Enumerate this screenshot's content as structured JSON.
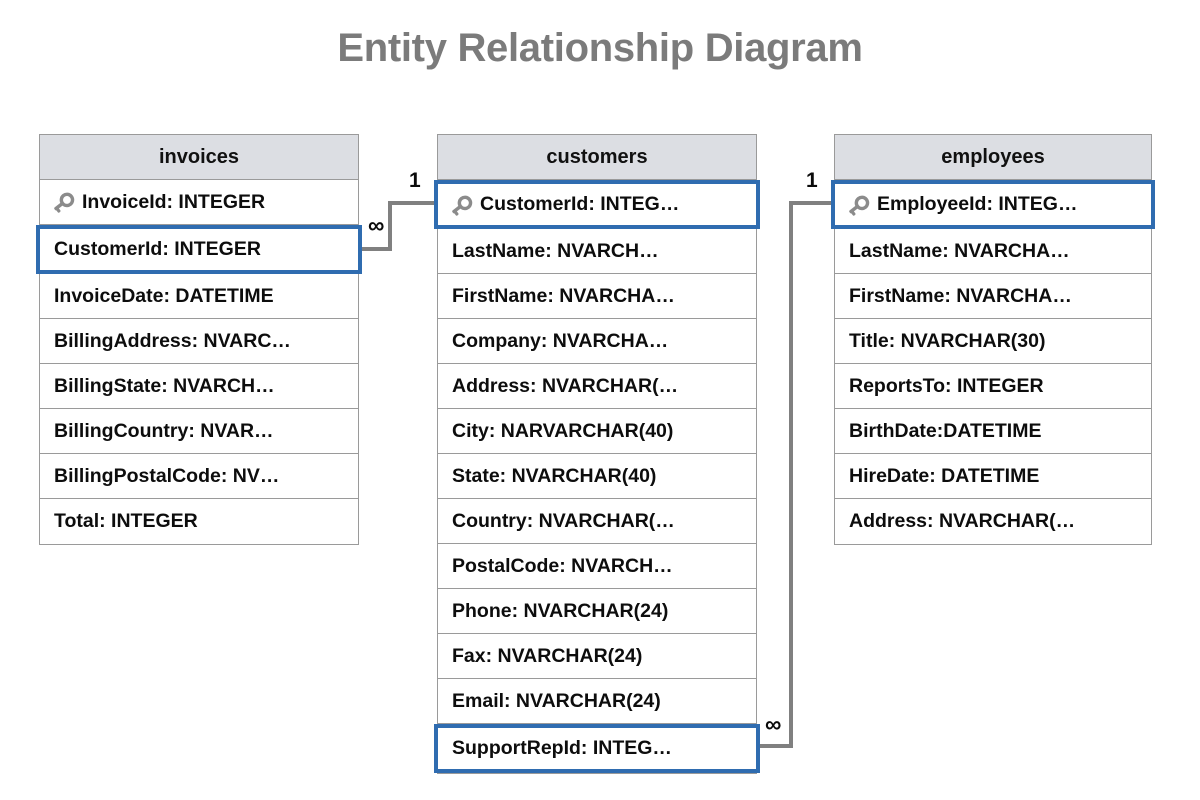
{
  "page": {
    "title": "Entity Relationship Diagram",
    "title_color": "#7b7b7b",
    "background": "#ffffff",
    "highlight_color": "#2f6cb0",
    "header_fill": "#dcdee3",
    "border_color": "#9a9a9a",
    "connector_color": "#808080"
  },
  "entities": [
    {
      "name": "invoices",
      "fields": [
        {
          "label": "InvoiceId: INTEGER",
          "pk": true,
          "highlight": false,
          "icon": "key-icon"
        },
        {
          "label": "CustomerId: INTEGER",
          "pk": false,
          "highlight": true,
          "icon": null
        },
        {
          "label": "InvoiceDate: DATETIME",
          "pk": false,
          "highlight": false,
          "icon": null
        },
        {
          "label": "BillingAddress: NVARC…",
          "pk": false,
          "highlight": false,
          "icon": null
        },
        {
          "label": "BillingState: NVARCH…",
          "pk": false,
          "highlight": false,
          "icon": null
        },
        {
          "label": "BillingCountry: NVAR…",
          "pk": false,
          "highlight": false,
          "icon": null
        },
        {
          "label": "BillingPostalCode: NV…",
          "pk": false,
          "highlight": false,
          "icon": null
        },
        {
          "label": "Total: INTEGER",
          "pk": false,
          "highlight": false,
          "icon": null
        }
      ]
    },
    {
      "name": "customers",
      "fields": [
        {
          "label": "CustomerId: INTEG…",
          "pk": true,
          "highlight": true,
          "icon": "key-icon"
        },
        {
          "label": "LastName: NVARCH…",
          "pk": false,
          "highlight": false,
          "icon": null
        },
        {
          "label": "FirstName: NVARCHA…",
          "pk": false,
          "highlight": false,
          "icon": null
        },
        {
          "label": "Company: NVARCHA…",
          "pk": false,
          "highlight": false,
          "icon": null
        },
        {
          "label": "Address: NVARCHAR(…",
          "pk": false,
          "highlight": false,
          "icon": null
        },
        {
          "label": "City: NARVARCHAR(40)",
          "pk": false,
          "highlight": false,
          "icon": null
        },
        {
          "label": "State: NVARCHAR(40)",
          "pk": false,
          "highlight": false,
          "icon": null
        },
        {
          "label": "Country: NVARCHAR(…",
          "pk": false,
          "highlight": false,
          "icon": null
        },
        {
          "label": "PostalCode: NVARCH…",
          "pk": false,
          "highlight": false,
          "icon": null
        },
        {
          "label": "Phone: NVARCHAR(24)",
          "pk": false,
          "highlight": false,
          "icon": null
        },
        {
          "label": "Fax: NVARCHAR(24)",
          "pk": false,
          "highlight": false,
          "icon": null
        },
        {
          "label": "Email: NVARCHAR(24)",
          "pk": false,
          "highlight": false,
          "icon": null
        },
        {
          "label": "SupportRepId: INTEG…",
          "pk": false,
          "highlight": true,
          "icon": null
        }
      ]
    },
    {
      "name": "employees",
      "fields": [
        {
          "label": "EmployeeId: INTEG…",
          "pk": true,
          "highlight": true,
          "icon": "key-icon"
        },
        {
          "label": "LastName: NVARCHA…",
          "pk": false,
          "highlight": false,
          "icon": null
        },
        {
          "label": "FirstName: NVARCHA…",
          "pk": false,
          "highlight": false,
          "icon": null
        },
        {
          "label": "Title: NVARCHAR(30)",
          "pk": false,
          "highlight": false,
          "icon": null
        },
        {
          "label": "ReportsTo: INTEGER",
          "pk": false,
          "highlight": false,
          "icon": null
        },
        {
          "label": "BirthDate:DATETIME",
          "pk": false,
          "highlight": false,
          "icon": null
        },
        {
          "label": "HireDate: DATETIME",
          "pk": false,
          "highlight": false,
          "icon": null
        },
        {
          "label": "Address: NVARCHAR(…",
          "pk": false,
          "highlight": false,
          "icon": null
        }
      ]
    }
  ],
  "relationships": [
    {
      "from": "invoices.CustomerId",
      "to": "customers.CustomerId",
      "from_cardinality": "∞",
      "to_cardinality": "1"
    },
    {
      "from": "customers.SupportRepId",
      "to": "employees.EmployeeId",
      "from_cardinality": "∞",
      "to_cardinality": "1"
    }
  ],
  "cardinality_labels": {
    "invoices_many": "∞",
    "customers_one": "1",
    "customers_many": "∞",
    "employees_one": "1"
  }
}
